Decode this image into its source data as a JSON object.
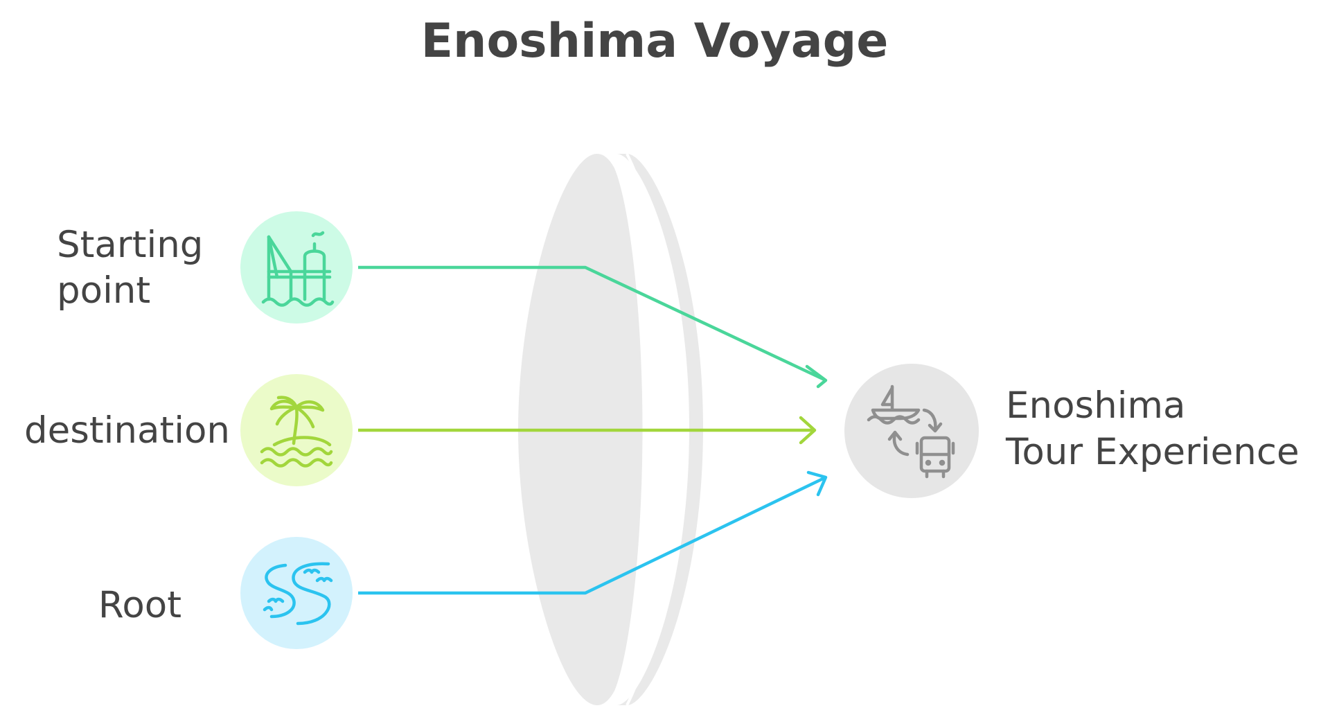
{
  "title": "Enoshima Voyage",
  "inputs": [
    {
      "label_lines": [
        "Starting",
        "point"
      ],
      "icon": "oil-platform-icon",
      "color": "#4ad69a",
      "bg": "#cdfbe6"
    },
    {
      "label_lines": [
        "destination"
      ],
      "icon": "palm-island-icon",
      "color": "#a2d63c",
      "bg": "#ebfbc9"
    },
    {
      "label_lines": [
        "Root"
      ],
      "icon": "winding-river-icon",
      "color": "#2bc3ef",
      "bg": "#d3f2fd"
    }
  ],
  "output": {
    "label_lines": [
      "Enoshima",
      "Tour Experience"
    ],
    "icon": "boat-bus-transfer-icon",
    "color": "#8f8f8f",
    "bg": "#e6e6e6"
  },
  "lens_color": "#e9e9e9"
}
